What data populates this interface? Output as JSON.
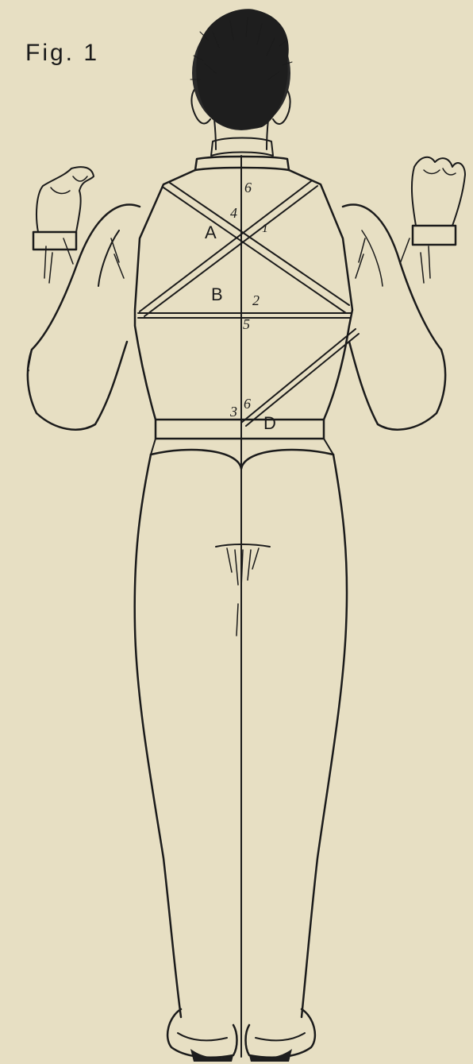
{
  "figure": {
    "caption": "Fig. 1",
    "labels": {
      "A": "A",
      "B": "B",
      "D": "D",
      "n1": "1",
      "n2": "2",
      "n3": "3",
      "n4": "4",
      "n5": "5",
      "n6_top": "6",
      "n6_waist": "6"
    }
  },
  "colors": {
    "paper": "#e7dfc3",
    "ink": "#1b1b1b"
  }
}
